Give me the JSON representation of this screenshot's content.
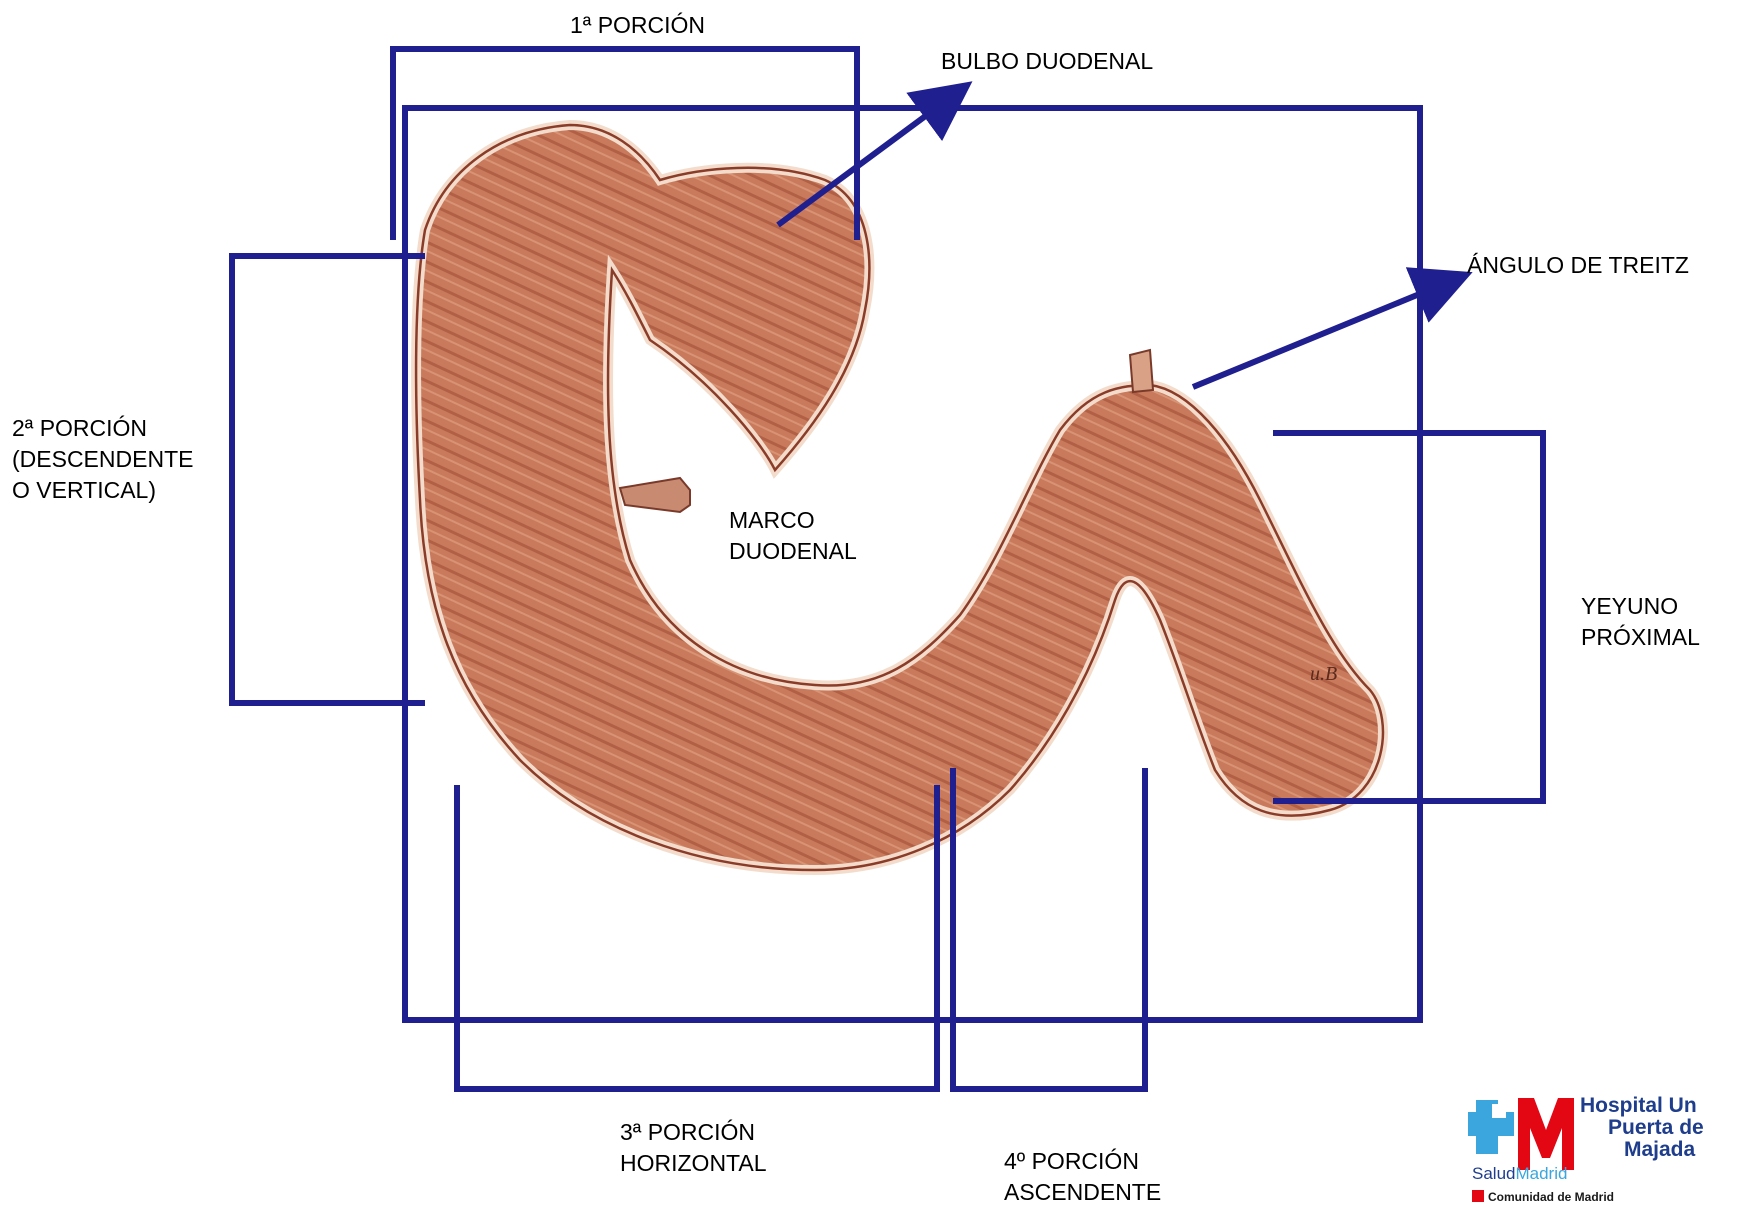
{
  "labels": {
    "porcion1": "1ª PORCIÓN",
    "bulbo": "BULBO DUODENAL",
    "treitz": "ÁNGULO DE TREITZ",
    "porcion2": [
      "2ª PORCIÓN",
      "(DESCENDENTE",
      "O VERTICAL)"
    ],
    "marco": [
      "MARCO",
      "DUODENAL"
    ],
    "yeyuno": [
      "YEYUNO",
      "PRÓXIMAL"
    ],
    "porcion3": [
      "3ª PORCIÓN",
      "HORIZONTAL"
    ],
    "porcion4": [
      "4º PORCIÓN",
      "ASCENDENTE"
    ]
  },
  "logo": {
    "hospital": [
      "Hospital Un",
      "Puerta de",
      "Majada"
    ],
    "salud": "Salud",
    "madrid": "Madrid",
    "comunidad": "Comunidad de Madrid"
  },
  "colors": {
    "bracket": "#1f1f8f",
    "tissue": "#c97a5c",
    "tissue_dark": "#9c4a34",
    "mucosa_edge": "#f3dccb",
    "logo_blue": "#1e3d8c",
    "logo_red": "#e30613",
    "logo_cyan": "#3aa6dd"
  }
}
